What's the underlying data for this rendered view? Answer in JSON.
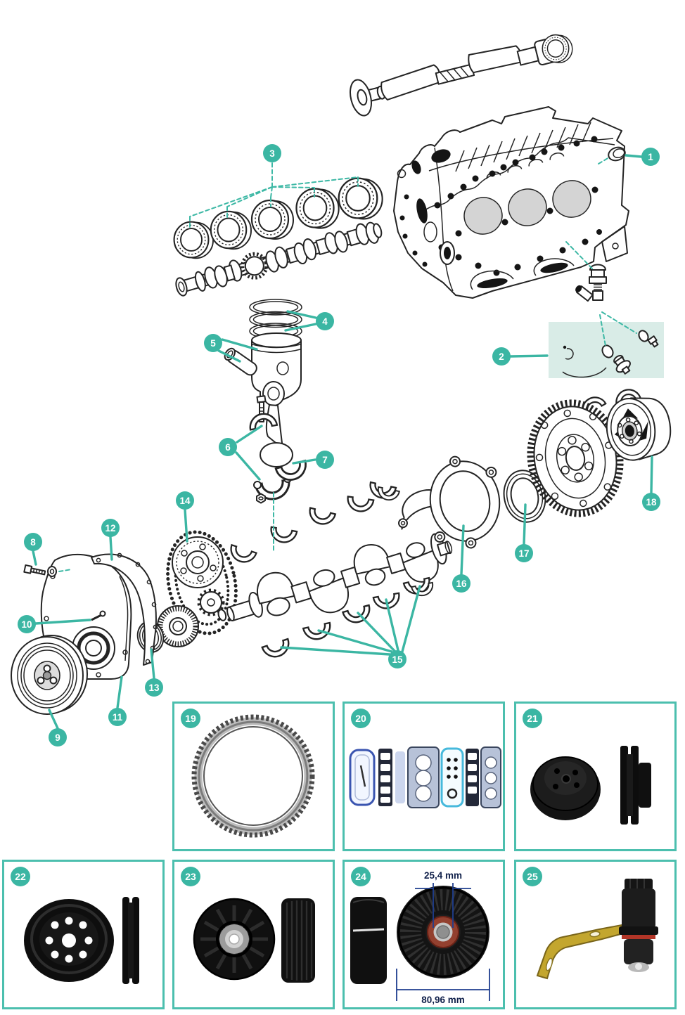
{
  "colors": {
    "accent_teal": "#3bb6a3",
    "panel_border_teal": "#4cbfae",
    "highlight_box_fill": "#d9ece7",
    "line_art_ink": "#242424",
    "cylinder_bore_gray": "#d4d4d4",
    "dimension_blue": "#1f3e8f",
    "bracket_brass": "#c3a62e",
    "bearing_red": "#93402f"
  },
  "callouts": [
    {
      "n": "1"
    },
    {
      "n": "2"
    },
    {
      "n": "3"
    },
    {
      "n": "4"
    },
    {
      "n": "5"
    },
    {
      "n": "6"
    },
    {
      "n": "7"
    },
    {
      "n": "8"
    },
    {
      "n": "9"
    },
    {
      "n": "10"
    },
    {
      "n": "11"
    },
    {
      "n": "12"
    },
    {
      "n": "13"
    },
    {
      "n": "14"
    },
    {
      "n": "15"
    },
    {
      "n": "16"
    },
    {
      "n": "17"
    },
    {
      "n": "18"
    }
  ],
  "panels": [
    {
      "n": "19"
    },
    {
      "n": "20"
    },
    {
      "n": "21"
    },
    {
      "n": "22"
    },
    {
      "n": "23"
    },
    {
      "n": "24",
      "dim_top": "25,4 mm",
      "dim_bottom": "80,96 mm"
    },
    {
      "n": "25"
    }
  ]
}
